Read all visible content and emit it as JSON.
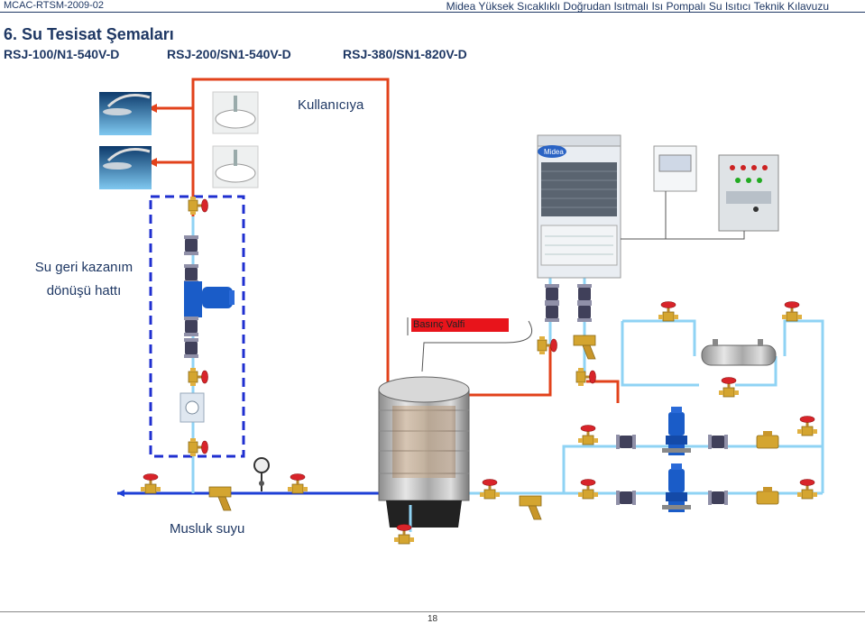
{
  "header": {
    "doc_code": "MCAC-RTSM-2009-02",
    "doc_title": "Midea Yüksek Sıcaklıklı Doğrudan Isıtmalı Isı Pompalı Su Isıtıcı Teknik Kılavuzu"
  },
  "section": {
    "title": "6. Su Tesisat Şemaları",
    "models": [
      "RSJ-100/N1-540V-D",
      "RSJ-200/SN1-540V-D",
      "RSJ-380/SN1-820V-D"
    ]
  },
  "labels": {
    "user": "Kullanıcıya",
    "return_line_1": "Su geri kazanım",
    "return_line_2": "dönüşü hattı",
    "pressure_valve": "Basınç Valfi",
    "tap_water": "Musluk suyu"
  },
  "outdoor_unit": {
    "brand": "Midea"
  },
  "colors": {
    "hot_pipe": "#e2421b",
    "cold_pipe": "#8fd3f4",
    "supply_pipe": "#1e3fd6",
    "dashed_box": "#1f2fd0",
    "valve_red": "#d8242a",
    "brass": "#d4a530",
    "pump_blue": "#1a5cc8"
  },
  "footer": {
    "page": "18"
  }
}
